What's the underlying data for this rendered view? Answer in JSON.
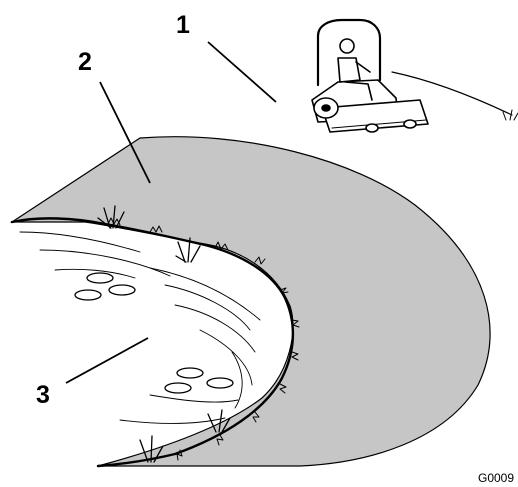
{
  "figure": {
    "callouts": [
      {
        "id": "1",
        "label": "1"
      },
      {
        "id": "2",
        "label": "2"
      },
      {
        "id": "3",
        "label": "3"
      }
    ],
    "figure_code": "G0009",
    "colors": {
      "mowed_area": "#c6c6c6",
      "ink": "#000000",
      "background": "#ffffff"
    },
    "icons": [
      "riding-mower-icon",
      "operator-icon",
      "grass-tuft-icon",
      "stone-icon"
    ]
  }
}
